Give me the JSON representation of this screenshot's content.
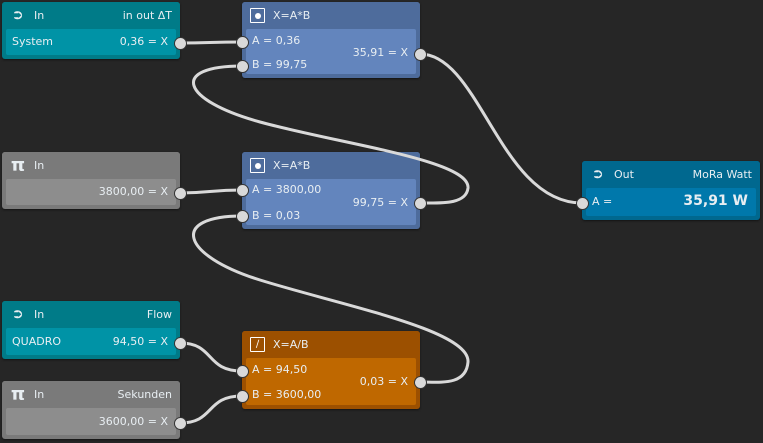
{
  "nodes": {
    "in1": {
      "type": "In",
      "name": "in out ΔT",
      "source": "System",
      "output": "0,36 = X",
      "icon": "input-arrow-icon"
    },
    "mul1": {
      "title": "X=A*B",
      "a": "A = 0,36",
      "b": "B = 99,75",
      "output": "35,91 = X",
      "icon": "multiply-icon"
    },
    "const1": {
      "type": "In",
      "output": "3800,00 = X",
      "icon": "pi-icon"
    },
    "mul2": {
      "title": "X=A*B",
      "a": "A = 3800,00",
      "b": "B = 0,03",
      "output": "99,75 = X",
      "icon": "multiply-icon"
    },
    "out": {
      "type": "Out",
      "name": "MoRa Watt",
      "a": "A =",
      "value": "35,91 W",
      "icon": "output-arrow-icon"
    },
    "in2": {
      "type": "In",
      "name": "Flow",
      "source": "QUADRO",
      "output": "94,50 = X",
      "icon": "input-arrow-icon"
    },
    "div": {
      "title": "X=A/B",
      "a": "A = 94,50",
      "b": "B = 3600,00",
      "output": "0,03 = X",
      "icon": "divide-icon"
    },
    "const2": {
      "type": "In",
      "name": "Sekunden",
      "output": "3600,00 = X",
      "icon": "pi-icon"
    }
  }
}
